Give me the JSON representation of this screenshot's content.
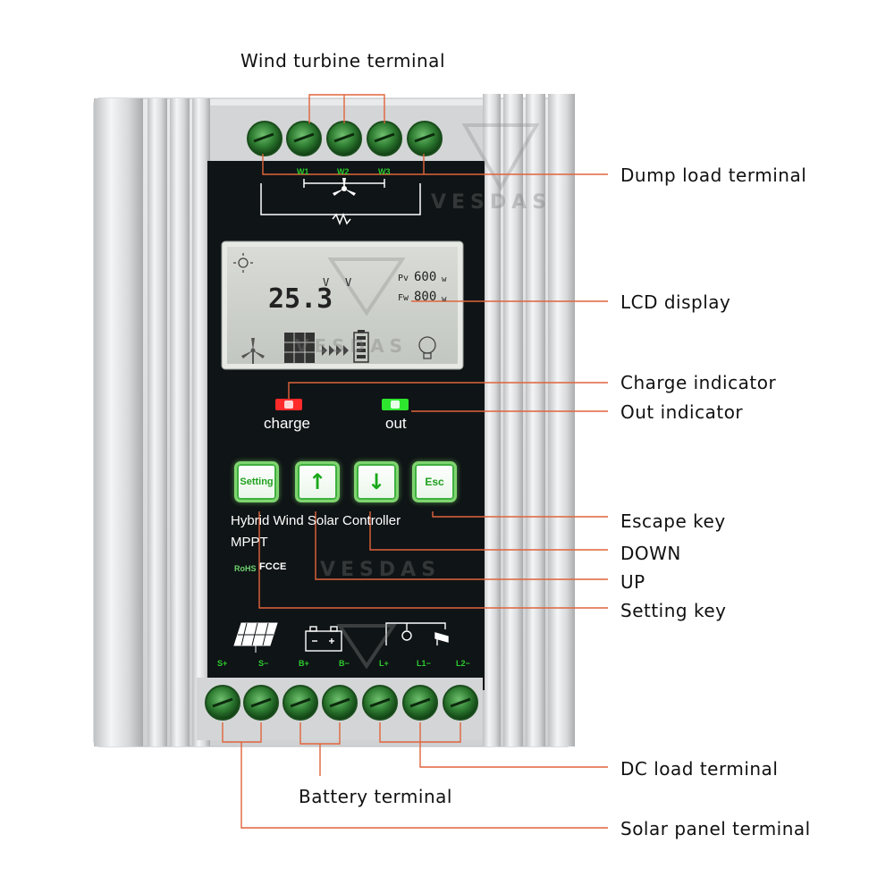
{
  "callouts": {
    "wind_turbine_terminal": "Wind turbine terminal",
    "dump_load_terminal": "Dump load terminal",
    "lcd_display": "LCD display",
    "charge_indicator": "Charge indicator",
    "out_indicator": "Out indicator",
    "escape_key": "Escape key",
    "down": "DOWN",
    "up": "UP",
    "setting_key": "Setting key",
    "dc_load_terminal": "DC load terminal",
    "battery_terminal": "Battery terminal",
    "solar_panel_terminal": "Solar panel terminal"
  },
  "device": {
    "wind_terminal_labels": [
      "W1",
      "W2",
      "W3"
    ],
    "lcd": {
      "value": "25.3",
      "unit_v1": "V",
      "unit_v2": "V",
      "pv_label": "Pv",
      "pv_value": "600",
      "pv_unit": "w",
      "fw_label": "Fw",
      "fw_value": "800",
      "fw_unit": "w"
    },
    "leds": {
      "charge_label": "charge",
      "out_label": "out",
      "charge_color": "#ff2a2a",
      "out_color": "#2ee62e"
    },
    "keys": {
      "setting_label": "Setting",
      "up_symbol": "↑",
      "down_symbol": "↓",
      "esc_label": "Esc"
    },
    "title_line1": "Hybrid Wind Solar Controller",
    "title_line2": "MPPT",
    "cert": {
      "rohs": "RoHS",
      "fc": "FC",
      "ce": "CE"
    },
    "bottom_terminal_labels": [
      "S+",
      "S−",
      "B+",
      "B−",
      "L+",
      "L1−",
      "L2−"
    ],
    "brand_watermark": "VESDAS"
  },
  "colors": {
    "panel": "#0f1416",
    "accent_green": "#2ecc2e",
    "leader_line": "#e0643c",
    "chassis": "#d9dadb"
  }
}
